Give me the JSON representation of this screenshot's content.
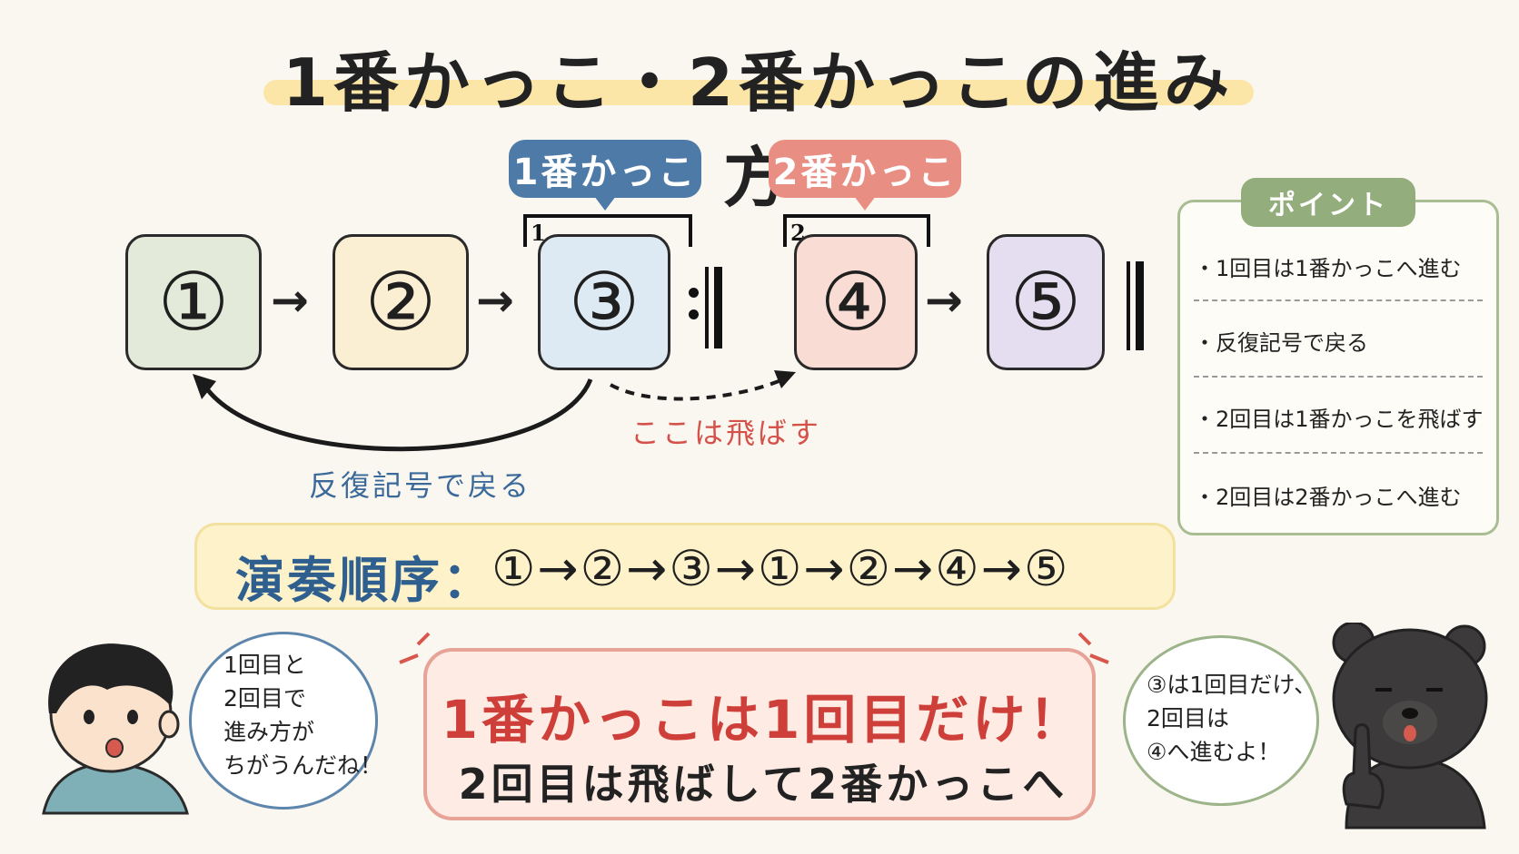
{
  "title": "1番かっこ・2番かっこの進み方",
  "boxes": [
    {
      "label": "①",
      "color": "#e3ead9"
    },
    {
      "label": "②",
      "color": "#fbefd3"
    },
    {
      "label": "③",
      "color": "#dde9f3"
    },
    {
      "label": "④",
      "color": "#f9dcd4"
    },
    {
      "label": "⑤",
      "color": "#e4def0"
    }
  ],
  "arrow_glyph": "→",
  "first_ending": {
    "callout": "1番かっこ",
    "number": "1.",
    "color": "#4d7aa6"
  },
  "second_ending": {
    "callout": "2番かっこ",
    "number": "2.",
    "color": "#e98e83"
  },
  "repeat_back_label": "反復記号で戻る",
  "skip_label": "ここは飛ばす",
  "points": {
    "title": "ポイント",
    "items": [
      "・1回目は1番かっこへ進む",
      "・反復記号で戻る",
      "・2回目は1番かっこを飛ばす",
      "・2回目は2番かっこへ進む"
    ]
  },
  "order": {
    "label": "演奏順序：",
    "sequence": "①→②→③→①→②→④→⑤"
  },
  "boy_bubble": {
    "lines": [
      "1回目と",
      "2回目で",
      "進み方が",
      "ちがうんだね！"
    ]
  },
  "main_note": {
    "line1": "1番かっこは1回目だけ！",
    "line2": "2回目は飛ばして2番かっこへ"
  },
  "bear_bubble": {
    "lines": [
      "③は1回目だけ、",
      "2回目は",
      "④へ進むよ！"
    ]
  },
  "colors": {
    "title_band": "#fbe6a8",
    "blue_text": "#3b6a9a",
    "red_text": "#d4524a",
    "point_green": "#94ad7c",
    "order_bg": "#fdf2c9",
    "note_bg": "#fdebe4"
  }
}
